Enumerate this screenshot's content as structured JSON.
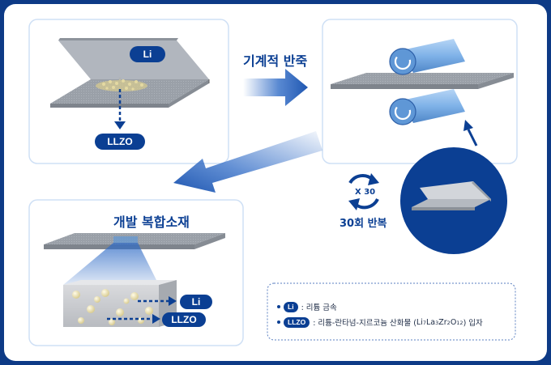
{
  "steps": {
    "mechanical_pressing": "기계적 반죽",
    "repeat_count": "X 30",
    "repeat_label": "30회 반복",
    "composite_title": "개발 복합소재"
  },
  "labels": {
    "li": "Li",
    "llzo": "LLZO"
  },
  "legend": {
    "li_badge": "Li",
    "li_text": ": 리튬 금속",
    "llzo_badge": "LLZO",
    "llzo_text_prefix": ": 리튬-란타넘-지르코늄 산화물 (",
    "llzo_formula": {
      "li": "Li",
      "li_sub": "7",
      "la": "La",
      "la_sub": "3",
      "zr": "Zr",
      "zr_sub": "2",
      "o": "O",
      "o_sub": "12"
    },
    "llzo_text_suffix": ") 입자"
  },
  "colors": {
    "brand_navy": "#0b3f93",
    "frame_navy": "#0d3a86",
    "panel_border": "#cfe0f5",
    "arrow_blue": "#2f6bc6",
    "roller_blue": "#7fb2e8",
    "sheet_gray": "#9aa0a8"
  }
}
